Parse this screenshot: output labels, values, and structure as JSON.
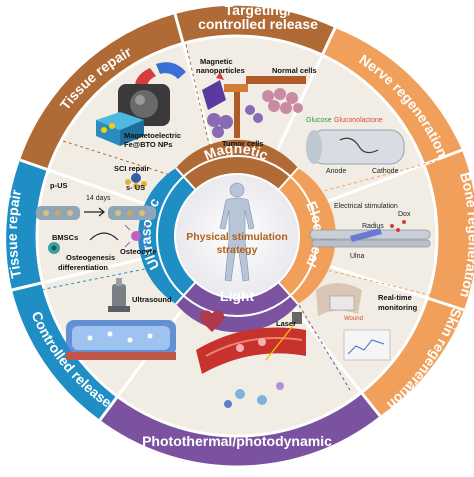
{
  "center": {
    "line1": "Physical stimulation",
    "line2": "strategy"
  },
  "inner_ring": {
    "magnetic": "Magnetic",
    "electrical": "Electrical",
    "light": "Light",
    "ultrasonic": "Ultrasonic"
  },
  "outer_ring": {
    "tissue_repair_top": "Tissue repair",
    "targeting_line1": "Targeting/",
    "targeting_line2": "controlled release",
    "nerve_regeneration": "Nerve regeneration",
    "bone_regeneration": "Bone regeneration",
    "skin_regeneration": "Skin regeneration",
    "photothermal": "Photothermal/photodynamic",
    "controlled_release": "Controlled release",
    "tissue_repair_left": "Tissue repair"
  },
  "magnetic_panel": {
    "magnetic_nanoparticles_l1": "Magnetic",
    "magnetic_nanoparticles_l2": "nanoparticles",
    "normal_cells": "Normal cells",
    "tumor_cells": "Tumor cells",
    "magnetoelectric_l1": "Magnetoelectric",
    "magnetoelectric_l2": "Fe@BTO NPs",
    "sci_repair": "SCI repair"
  },
  "electrical_panel": {
    "glucose": "Glucose",
    "gluconolactone": "Gluconolactone",
    "anode": "Anode",
    "cathode": "Cathode",
    "electrical_stimulation": "Electrical stimulation",
    "dox": "Dox",
    "radius": "Radius",
    "ulna": "Ulna",
    "realtime_l1": "Real-time",
    "realtime_l2": "monitoring",
    "wound": "Wound"
  },
  "ultrasonic_panel": {
    "p_us": "p-US",
    "s_us": "s- US",
    "days": "14 days",
    "bmscs": "BMSCs",
    "osteocyte": "Osteocyte",
    "osteogenesis_l1": "Osteogenesis",
    "osteogenesis_l2": "differentiation",
    "ultrasound": "Ultrasound"
  },
  "light_panel": {
    "laser": "Laser"
  },
  "colors": {
    "orange": "#f0a05a",
    "brown": "#b06a35",
    "blue": "#1e8ec4",
    "purple": "#7a52a0",
    "panel_bg": "#f2ede4"
  }
}
